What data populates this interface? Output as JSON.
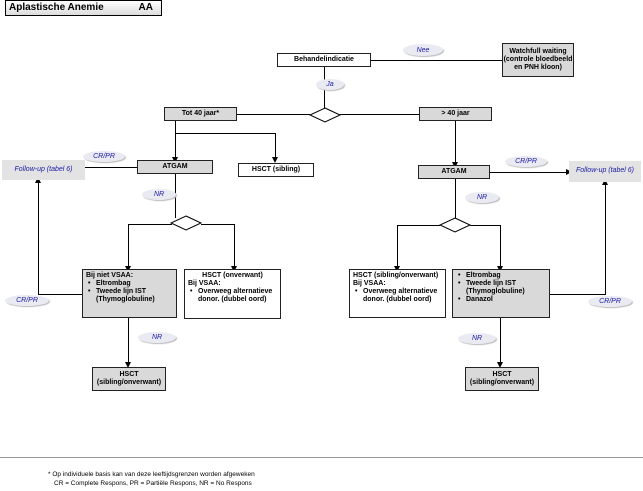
{
  "header": {
    "title": "Aplastische Anemie",
    "code": "AA"
  },
  "nodes": {
    "behandelindicatie": "Behandelindicatie",
    "watchfull": "Watchfull waiting (controle bloedbeeld en PNH kloon)",
    "tot40": "Tot 40 jaar*",
    "over40": "> 40 jaar",
    "hsct_sibling": "HSCT (sibling)",
    "atgam_left": "ATGAM",
    "atgam_right": "ATGAM",
    "followup_left": "Follow-up (tabel 6)",
    "followup_right": "Follow-up (tabel 6)",
    "left_branch": {
      "title": "Bij niet VSAA:",
      "items": [
        "Eltrombag",
        "Tweede lijn IST (Thymoglobuline)"
      ]
    },
    "hsct_onverwant": {
      "title": "HSCT (onverwant)",
      "subtitle": "Bij VSAA:",
      "items": [
        "Overweeg alternatieve donor. (dubbel oord)"
      ]
    },
    "right_hsct": {
      "title": "HSCT (sibling/onverwant)",
      "subtitle": "Bij VSAA:",
      "items": [
        "Overweeg alternatieve donor. (dubbel oord)"
      ]
    },
    "right_branch": {
      "items": [
        "Eltrombag",
        "Tweede lijn IST (Thymoglobuline)",
        "Danazol"
      ]
    },
    "hsct_bottom_left": "HSCT (sibling/onverwant)",
    "hsct_bottom_right": "HSCT (sibling/onverwant)"
  },
  "labels": {
    "nee": "Nee",
    "ja": "Ja",
    "cr_pr_left_top": "CR/PR",
    "cr_pr_right_top": "CR/PR",
    "nr_left": "NR",
    "nr_right": "NR",
    "cr_pr_left_bottom": "CR/PR",
    "cr_pr_right_bottom": "CR/PR",
    "nr_left_bottom": "NR",
    "nr_right_bottom": "NR"
  },
  "footer": {
    "line1": "* Op individuele basis kan van deze leeftijdsgrenzen worden afgeweken",
    "line2": "CR = Complete Respons, PR = Partiële Respons, NR = No Respons"
  }
}
